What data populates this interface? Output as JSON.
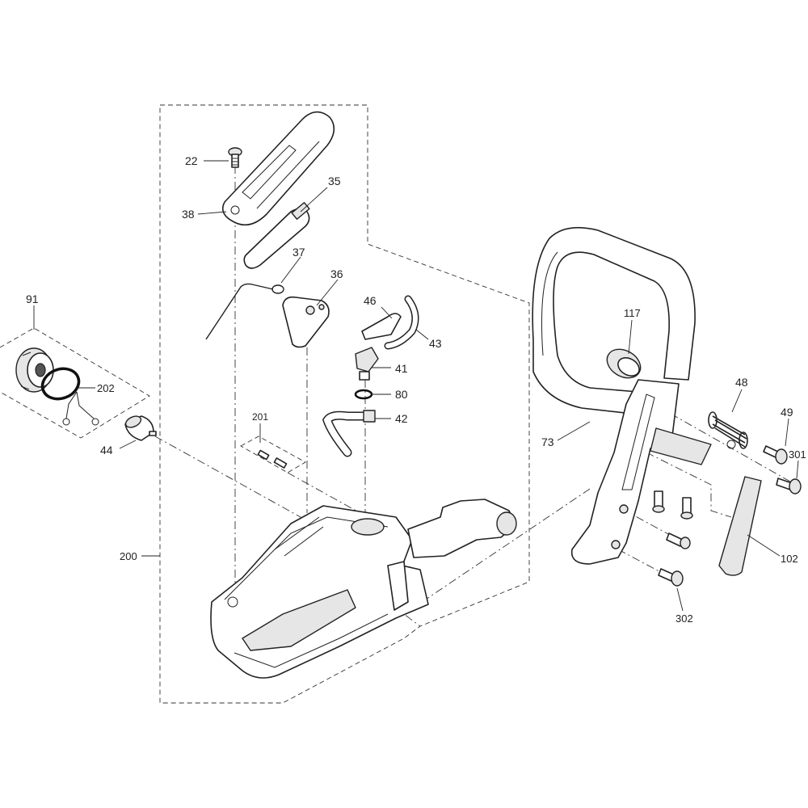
{
  "diagram": {
    "callouts": {
      "c22": "22",
      "c38": "38",
      "c35": "35",
      "c37": "37",
      "c36": "36",
      "c91": "91",
      "c202": "202",
      "c44": "44",
      "c46": "46",
      "c43": "43",
      "c41": "41",
      "c80": "80",
      "c42": "42",
      "c201": "201",
      "c200": "200",
      "c117": "117",
      "c48": "48",
      "c49": "49",
      "c301": "301",
      "c73": "73",
      "c102": "102",
      "c302": "302"
    }
  }
}
